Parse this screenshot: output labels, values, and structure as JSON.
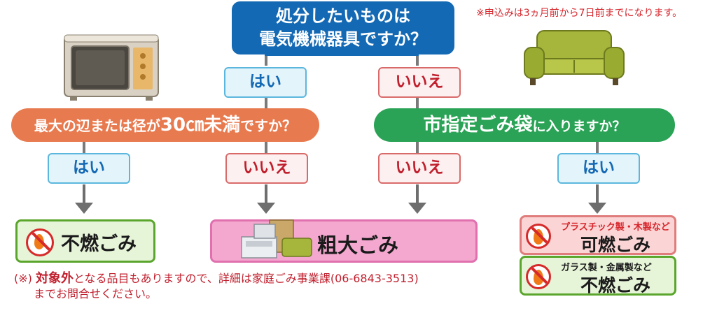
{
  "question_top": {
    "line1": "処分したいものは",
    "line2": "電気機械器具ですか？"
  },
  "note_top": "※申込みは3ヵ月前から7日前までになります。",
  "answers": {
    "top_yes": "はい",
    "top_no": "いいえ",
    "left_yes": "はい",
    "left_no": "いいえ",
    "right_no": "いいえ",
    "right_yes": "はい"
  },
  "question_left": {
    "pre": "最大の辺または径が",
    "num": "30㎝",
    "post_big": "未満",
    "post": "ですか？"
  },
  "question_right": {
    "big": "市指定ごみ袋",
    "rest": "に入りますか？"
  },
  "results": {
    "funen_left": "不燃ごみ",
    "sodai": "粗大ごみ",
    "kanen_sub": "プラスチック製・木製など",
    "kanen": "可燃ごみ",
    "funen_sub": "ガラス製・金属製など",
    "funen_right": "不燃ごみ"
  },
  "footnote": {
    "mark": "(※)",
    "strong": "対象外",
    "line1_rest": "となる品目もありますので、詳細は家庭ごみ事業課(06-6843-3513)",
    "line2": "までお問合せください。"
  },
  "colors": {
    "question_blue": "#1469b4",
    "question_orange": "#e87a4f",
    "question_green": "#2aa356",
    "yes_border": "#5bb7dd",
    "no_border": "#d96a6a",
    "sodai_fill": "#f4a8cf",
    "funen_fill": "#e6f4d8",
    "kanen_fill": "#fbd5d5",
    "note_red": "#d6262c"
  },
  "icons": [
    "microwave-illustration",
    "sofa-illustration",
    "bulky-items-illustration",
    "no-burn-icon"
  ]
}
